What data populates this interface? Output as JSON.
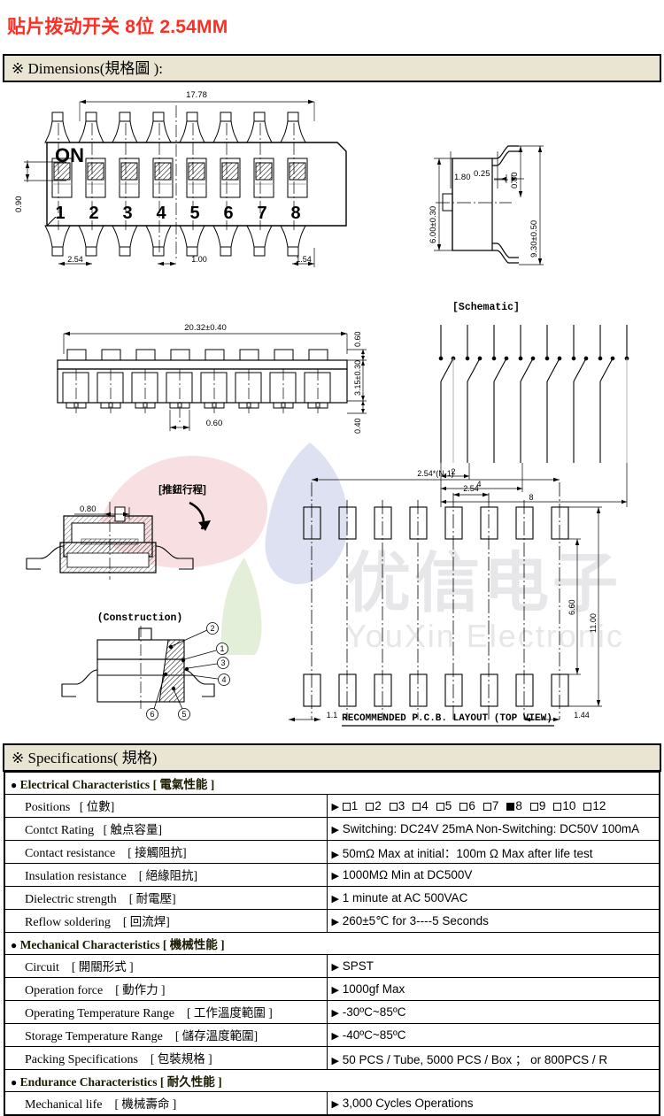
{
  "product_title": "贴片拨动开关 8位 2.54MM",
  "sections": {
    "dimensions_header": "※ Dimensions(規格圖 ):",
    "specifications_header": "※ Specifications( 規格)"
  },
  "drawings": {
    "top_view": {
      "overall_width": "17.78",
      "actuator_height": "0.90",
      "pitch": "2.54",
      "slot_width": "1.00",
      "edge_offset": "1.54",
      "on_label": "ON",
      "switch_numbers": [
        "1",
        "2",
        "3",
        "4",
        "5",
        "6",
        "7",
        "8"
      ]
    },
    "side_view": {
      "lead_thickness": "0.25",
      "body_step": "1.80",
      "lead_height": "0.80",
      "body_height": "6.00±0.30",
      "overall_height": "9.30±0.50"
    },
    "front_view": {
      "overall_length": "20.32±0.40",
      "actuator_top": "0.60",
      "body_height": "3.15±0.30",
      "lead_height": "0.40",
      "pin_width": "0.60"
    },
    "schematic": {
      "title": "[Schematic]",
      "dim_2": "2",
      "dim_4": "4",
      "dim_8": "8"
    },
    "travel": {
      "title": "[推鈕行程]",
      "travel_dim": "0.80"
    },
    "construction": {
      "title": "(Construction)",
      "callouts": [
        "1",
        "2",
        "3",
        "4",
        "5",
        "6"
      ]
    },
    "pcb_layout": {
      "title": "RECOMMENDED P.C.B. LAYOUT (TOP VIEW)",
      "overall": "2.54*(N-1)",
      "pitch": "2.54",
      "pad_span": "6.60",
      "overall_height": "11.00",
      "pad_width": "1.1",
      "pad_edge": "1.44"
    }
  },
  "watermark": {
    "cn": "优信电子",
    "en": "YouXin Electronic"
  },
  "spec": {
    "groups": [
      {
        "title_en": "Electrical Characteristics",
        "title_cn": "[ 電氣性能 ]",
        "rows": [
          {
            "label_en": "Positions",
            "label_cn": "[ 位數]",
            "type": "positions",
            "options": [
              "1",
              "2",
              "3",
              "4",
              "5",
              "6",
              "7",
              "8",
              "9",
              "10",
              "12"
            ],
            "selected": "8"
          },
          {
            "label_en": "Contct Rating",
            "label_cn": "[ 触点容量]",
            "value": "Switching: DC24V 25mA     Non-Switching: DC50V 100mA"
          },
          {
            "label_en": "Contact resistance",
            "label_cn": "[ 接觸阻抗]",
            "value": "50mΩ Max at initial：100m Ω Max after life test"
          },
          {
            "label_en": "Insulation resistance",
            "label_cn": "[ 絕緣阻抗]",
            "value": "1000MΩ Min at DC500V"
          },
          {
            "label_en": "Dielectric strength",
            "label_cn": "[ 耐電壓]",
            "value": "1 minute at AC 500VAC"
          },
          {
            "label_en": "Reflow soldering",
            "label_cn": "[ 回流焊]",
            "value": "260±5℃ for 3----5 Seconds"
          }
        ]
      },
      {
        "title_en": "Mechanical Characteristics",
        "title_cn": "[ 機械性能 ]",
        "rows": [
          {
            "label_en": "Circuit",
            "label_cn": "[ 開關形式 ]",
            "value": "SPST"
          },
          {
            "label_en": "Operation force",
            "label_cn": "[ 動作力 ]",
            "value": "1000gf  Max"
          },
          {
            "label_en": "Operating Temperature Range",
            "label_cn": "[ 工作溫度範圍 ]",
            "value": "-30ºC~85ºC"
          },
          {
            "label_en": "Storage Temperature Range",
            "label_cn": "[ 儲存溫度範圍]",
            "value": "-40ºC~85ºC"
          },
          {
            "label_en": "Packing Specifications",
            "label_cn": "[ 包裝規格 ]",
            "value": "50 PCS / Tube, 5000 PCS / Box ；    or    800PCS / R"
          }
        ]
      },
      {
        "title_en": "Endurance Characteristics",
        "title_cn": "[ 耐久性能 ]",
        "rows": [
          {
            "label_en": "Mechanical life",
            "label_cn": "[ 機械壽命 ]",
            "value": "3,000 Cycles Operations"
          }
        ]
      }
    ]
  },
  "colors": {
    "title_red": "#ff2d22",
    "header_beige": "#e9e5d2",
    "line_black": "#000000"
  }
}
